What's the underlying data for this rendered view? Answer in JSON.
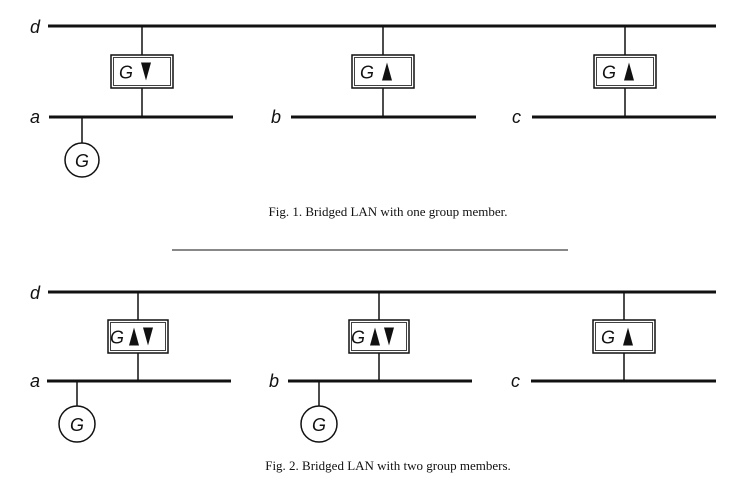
{
  "figures": [
    {
      "caption": "Fig. 1.   Bridged LAN with one group member.",
      "backbone_label": "d",
      "lans": [
        {
          "label": "a",
          "bridge_text": "G",
          "arrows": [
            "down"
          ],
          "has_member": true,
          "member_text": "G"
        },
        {
          "label": "b",
          "bridge_text": "G",
          "arrows": [
            "up"
          ],
          "has_member": false
        },
        {
          "label": "c",
          "bridge_text": "G",
          "arrows": [
            "up"
          ],
          "has_member": false
        }
      ]
    },
    {
      "caption": "Fig. 2.   Bridged LAN with two group members.",
      "backbone_label": "d",
      "lans": [
        {
          "label": "a",
          "bridge_text": "G",
          "arrows": [
            "up",
            "down"
          ],
          "has_member": true,
          "member_text": "G"
        },
        {
          "label": "b",
          "bridge_text": "G",
          "arrows": [
            "up",
            "down"
          ],
          "has_member": true,
          "member_text": "G"
        },
        {
          "label": "c",
          "bridge_text": "G",
          "arrows": [
            "up"
          ],
          "has_member": false
        }
      ]
    }
  ],
  "colors": {
    "line": "#111111",
    "background": "#ffffff"
  }
}
